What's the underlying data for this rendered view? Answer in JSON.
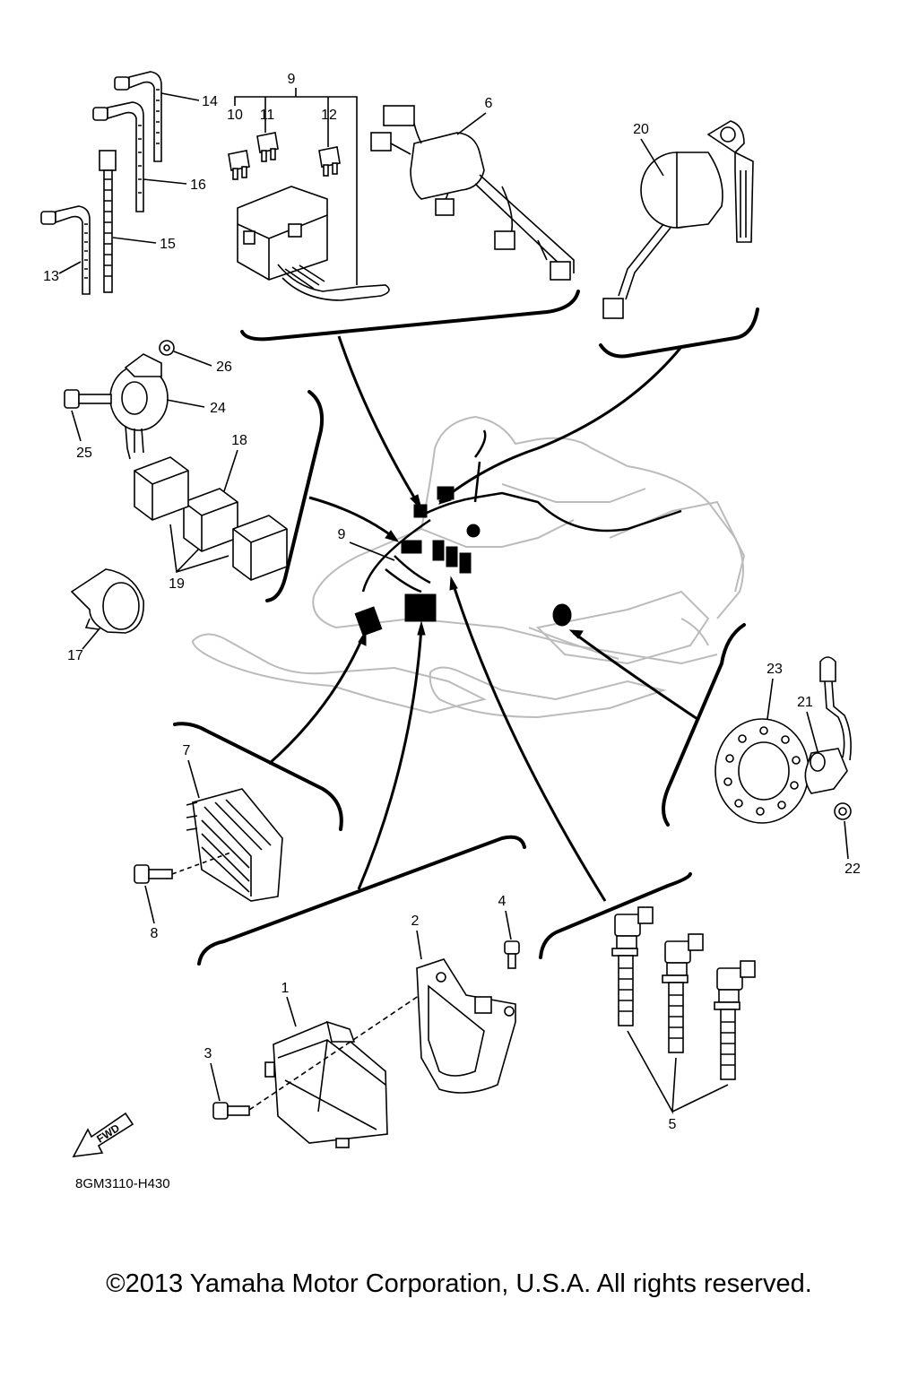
{
  "diagram": {
    "callouts": {
      "c1": "1",
      "c2": "2",
      "c3": "3",
      "c4": "4",
      "c5": "5",
      "c6": "6",
      "c7": "7",
      "c8": "8",
      "c9": "9",
      "c9b": "9",
      "c10": "10",
      "c11": "11",
      "c12": "12",
      "c13": "13",
      "c14": "14",
      "c15": "15",
      "c16": "16",
      "c17": "17",
      "c18": "18",
      "c19": "19",
      "c20": "20",
      "c21": "21",
      "c22": "22",
      "c23": "23",
      "c24": "24",
      "c25": "25",
      "c26": "26"
    },
    "fwd_label": "FWD",
    "part_code": "8GM3110-H430",
    "copyright": "©2013 Yamaha Motor Corporation, U.S.A. All rights reserved."
  }
}
